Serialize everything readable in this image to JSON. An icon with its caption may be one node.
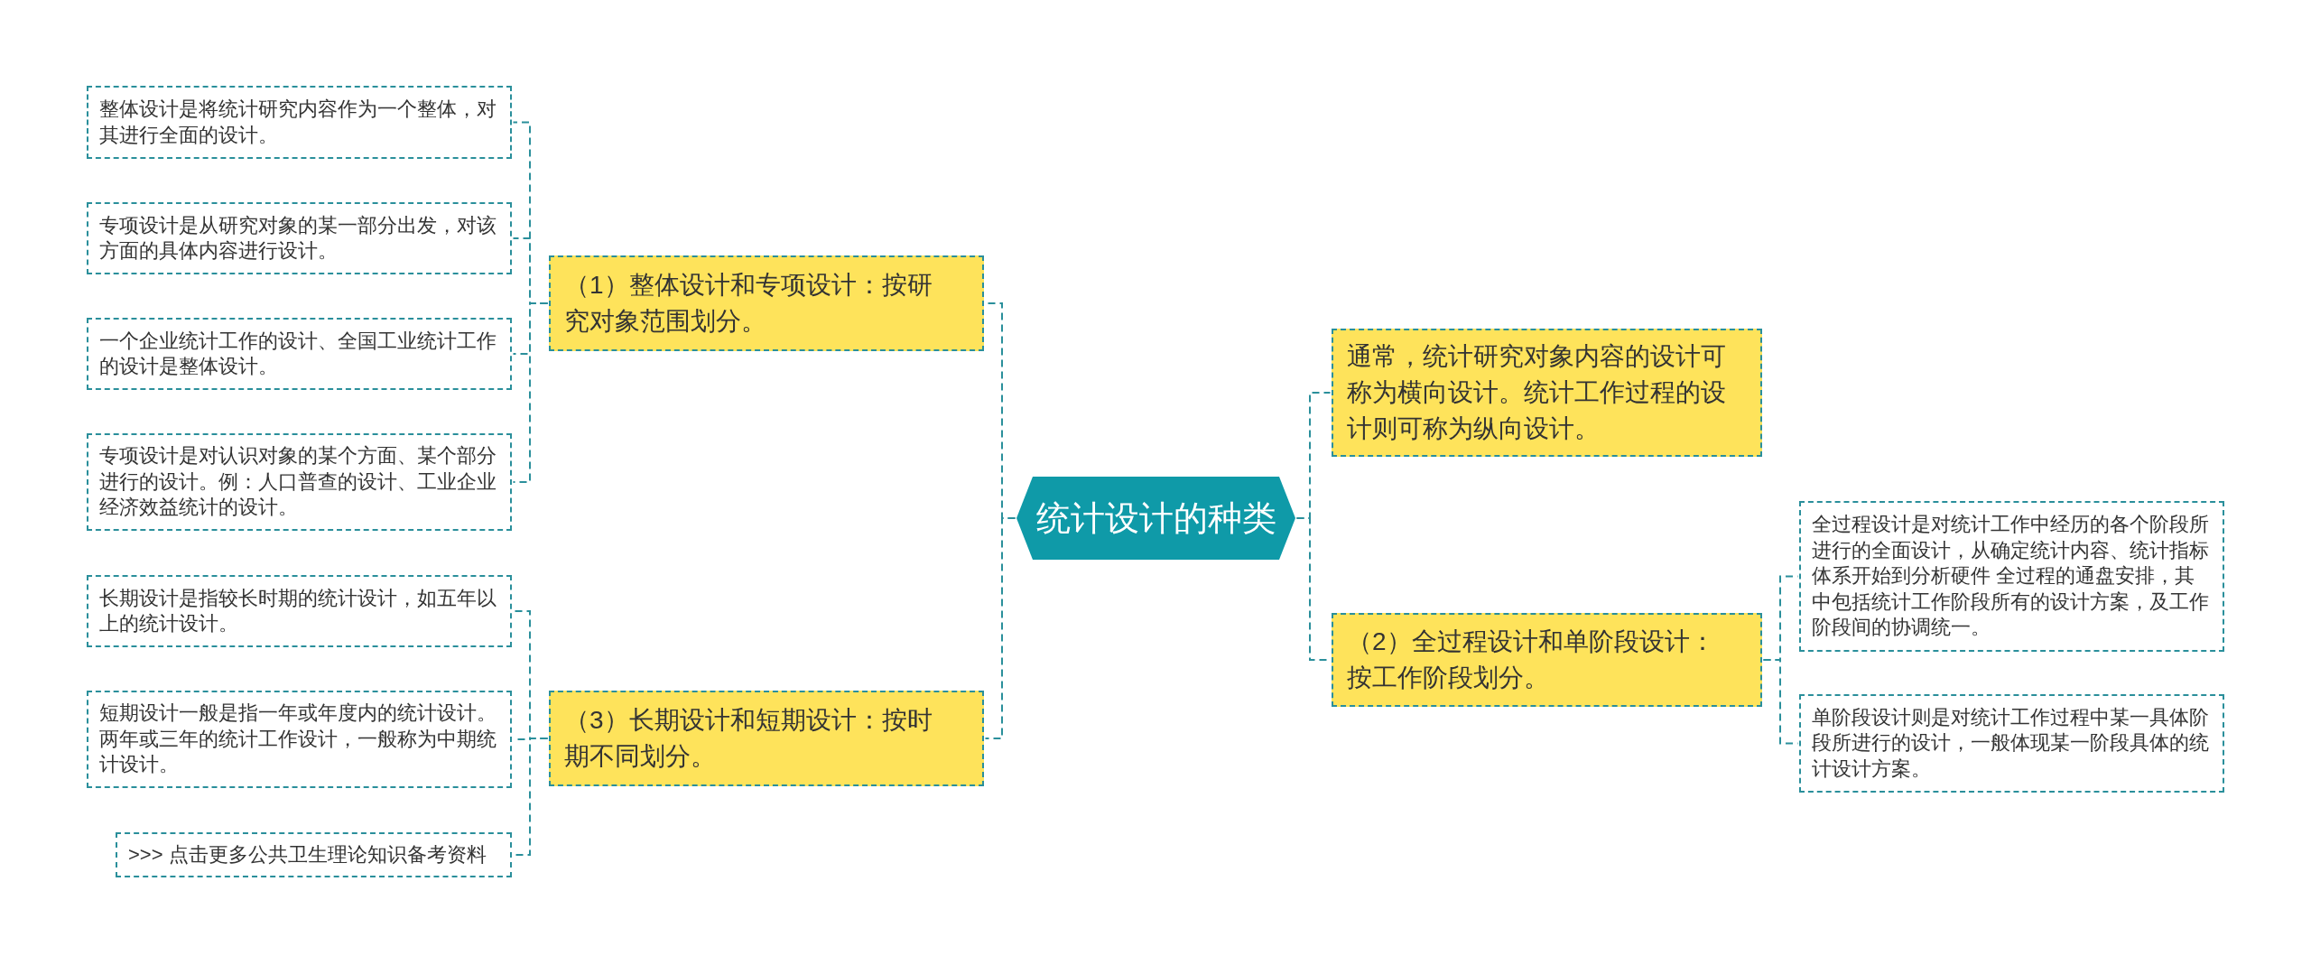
{
  "diagram": {
    "nodes": [
      {
        "text": [
          "统计设计的种类"
        ]
      },
      {
        "text": [
          "（1）整体设计和专项设计：按研究对象范围划分。"
        ]
      },
      {
        "text": [
          "整体设计是将统计研究内容作为一个整体，对其进行全面的设计。"
        ]
      },
      {
        "text": [
          "专项设计是从研究对象的某一部分出发，对该方面的具体内容进行设计。"
        ]
      },
      {
        "text": [
          "一个企业统计工作的设计、全国工业统计工作的设计是整体设计。"
        ]
      },
      {
        "text": [
          "专项设计是对认识对象的某个方面、某个部分进行的设计。例：人口普查的设计、工业企业经济效益统计的设计。"
        ]
      },
      {
        "text": [
          "（3）长期设计和短期设计：按时期不同划分。"
        ]
      },
      {
        "text": [
          "长期设计是指较长时期的统计设计，如五年以上的统计设计。"
        ]
      },
      {
        "text": [
          "短期设计一般是指一年或年度内的统计设计。两年或三年的统计工作设计，一般称为中期统计设计。"
        ]
      },
      {
        "text": [
          ">>> 点击更多公共卫生理论知识备考资料"
        ]
      },
      {
        "text": [
          "通常，统计研究对象内容的设计可称为横向设计。统计工作过程的设计则可称为纵向设计。"
        ]
      },
      {
        "text": [
          "（2）全过程设计和单阶段设计：按工作阶段划分。"
        ]
      },
      {
        "text": [
          "全过程设计是对统计工作中经历的各个阶段所进行的全面设计，从确定统计内容、统计指标体系开始到分析硬件 全过程的通盘安排，其中包括统计工作阶段所有的设计方案，及工作阶段间的协调统一。"
        ]
      },
      {
        "text": [
          "单阶段设计则是对统计工作过程中某一具体阶段所进行的设计，一般体现某一阶段具体的统计设计方案。"
        ]
      }
    ],
    "edges": [
      {
        "from": 0,
        "to": 1,
        "arrow": "none",
        "style": "dashed"
      },
      {
        "from": 1,
        "to": 2,
        "arrow": "none",
        "style": "dashed"
      },
      {
        "from": 1,
        "to": 3,
        "arrow": "none",
        "style": "dashed"
      },
      {
        "from": 1,
        "to": 4,
        "arrow": "none",
        "style": "dashed"
      },
      {
        "from": 1,
        "to": 5,
        "arrow": "none",
        "style": "dashed"
      },
      {
        "from": 0,
        "to": 6,
        "arrow": "none",
        "style": "dashed"
      },
      {
        "from": 6,
        "to": 7,
        "arrow": "none",
        "style": "dashed"
      },
      {
        "from": 6,
        "to": 8,
        "arrow": "none",
        "style": "dashed"
      },
      {
        "from": 6,
        "to": 9,
        "arrow": "none",
        "style": "dashed"
      },
      {
        "from": 0,
        "to": 10,
        "arrow": "none",
        "style": "dashed"
      },
      {
        "from": 0,
        "to": 11,
        "arrow": "none",
        "style": "dashed"
      },
      {
        "from": 11,
        "to": 12,
        "arrow": "none",
        "style": "dashed"
      },
      {
        "from": 11,
        "to": 13,
        "arrow": "none",
        "style": "dashed"
      }
    ]
  }
}
